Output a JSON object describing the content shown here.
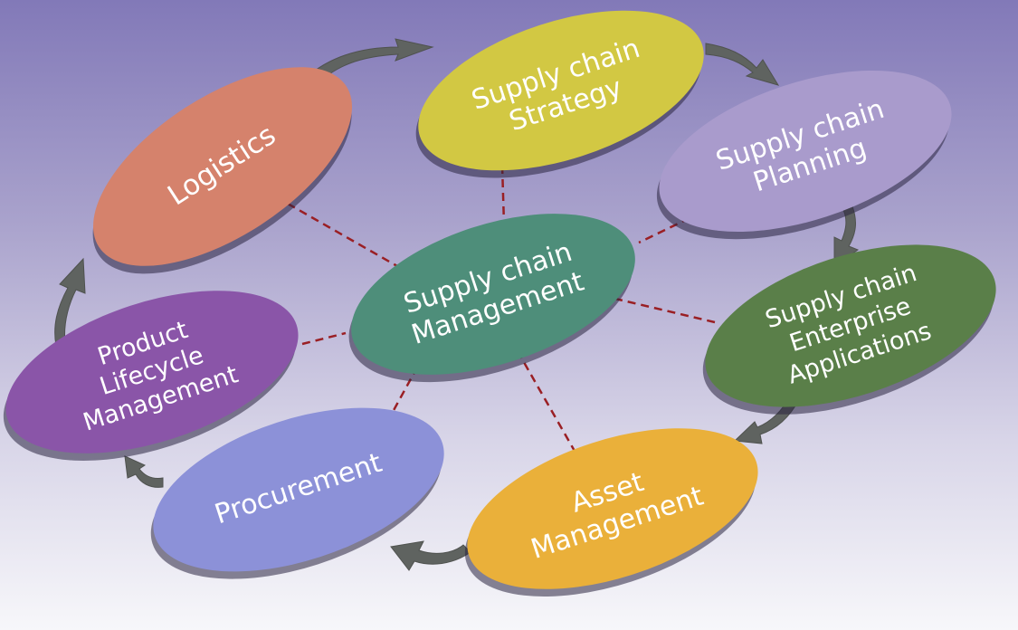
{
  "center": {
    "lines": [
      "Supply chain",
      "Management"
    ],
    "color": "#4e8e7a"
  },
  "nodes": [
    {
      "id": "strategy",
      "lines": [
        "Supply chain",
        "Strategy"
      ],
      "color": "#d2c843"
    },
    {
      "id": "planning",
      "lines": [
        "Supply chain",
        "Planning"
      ],
      "color": "#a99bcc"
    },
    {
      "id": "enterprise",
      "lines": [
        "Supply chain",
        "Enterprise",
        "Applications"
      ],
      "color": "#5a7f49"
    },
    {
      "id": "asset",
      "lines": [
        "Asset",
        "Management"
      ],
      "color": "#eab03a"
    },
    {
      "id": "procurement",
      "lines": [
        "Procurement"
      ],
      "color": "#8c91d8"
    },
    {
      "id": "plm",
      "lines": [
        "Product",
        "Lifecycle",
        "Management"
      ],
      "color": "#8a55a8"
    },
    {
      "id": "logistics",
      "lines": [
        "Logistics"
      ],
      "color": "#d5826c"
    }
  ],
  "colors": {
    "connector": "#9a1f24",
    "arrow": "#5f6360"
  }
}
